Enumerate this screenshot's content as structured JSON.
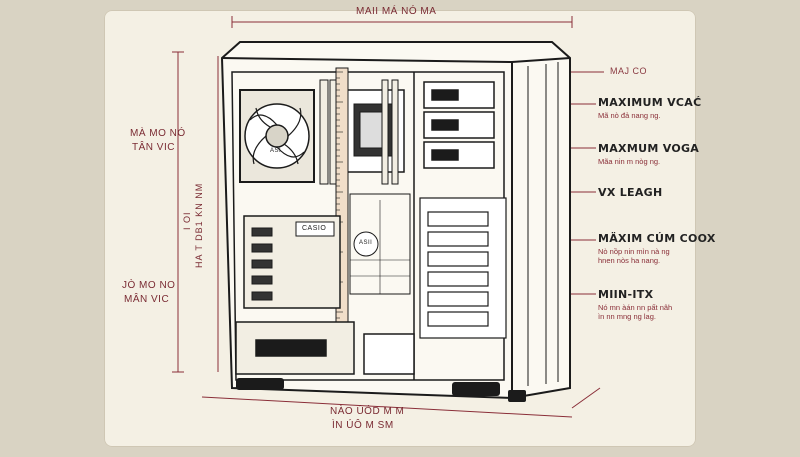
{
  "top_dimension": "MAII MÁ NÓ MA",
  "left_labels": {
    "height_line1": "MÀ MO NÓ",
    "height_line2": "TÂN VIC",
    "depth_line1": "JÒ MO NO",
    "depth_line2": "MÂN VIC"
  },
  "vertical_labels": {
    "inner_a": "I OI",
    "inner_b": "HA T DB1 KN NM"
  },
  "bottom_dimension": {
    "line1": "NÀO ÚÓD M M",
    "line2": "ÌN ÚÔ M SM"
  },
  "side_header": "MAJ CO",
  "callouts": [
    {
      "title": "MAXIMUM VCAĆ",
      "sub": [
        "Mã nò đả nang ng."
      ]
    },
    {
      "title": "MAXMUM VOGA",
      "sub": [
        "Mãa nin m nòg ng."
      ]
    },
    {
      "title": "VX LEAGH",
      "sub": []
    },
    {
      "title": "MÄXIM CÚM COOX",
      "sub": [
        "Nò nồp nin mìn nà ng",
        "hnen nòs ha nang."
      ]
    },
    {
      "title": "MIIN-ITX",
      "sub": [
        "Nó mn àán nn pất nâh",
        "ìn nn mng ng lag."
      ]
    }
  ],
  "component_labels": {
    "fan_badge": "ASI",
    "gpu_label": "CASIO",
    "cooler_label": "ASII"
  },
  "colors": {
    "ink": "#1b1b1b",
    "accent": "#7a2b33",
    "paper": "#f4f0e4",
    "background": "#d9d3c3"
  }
}
